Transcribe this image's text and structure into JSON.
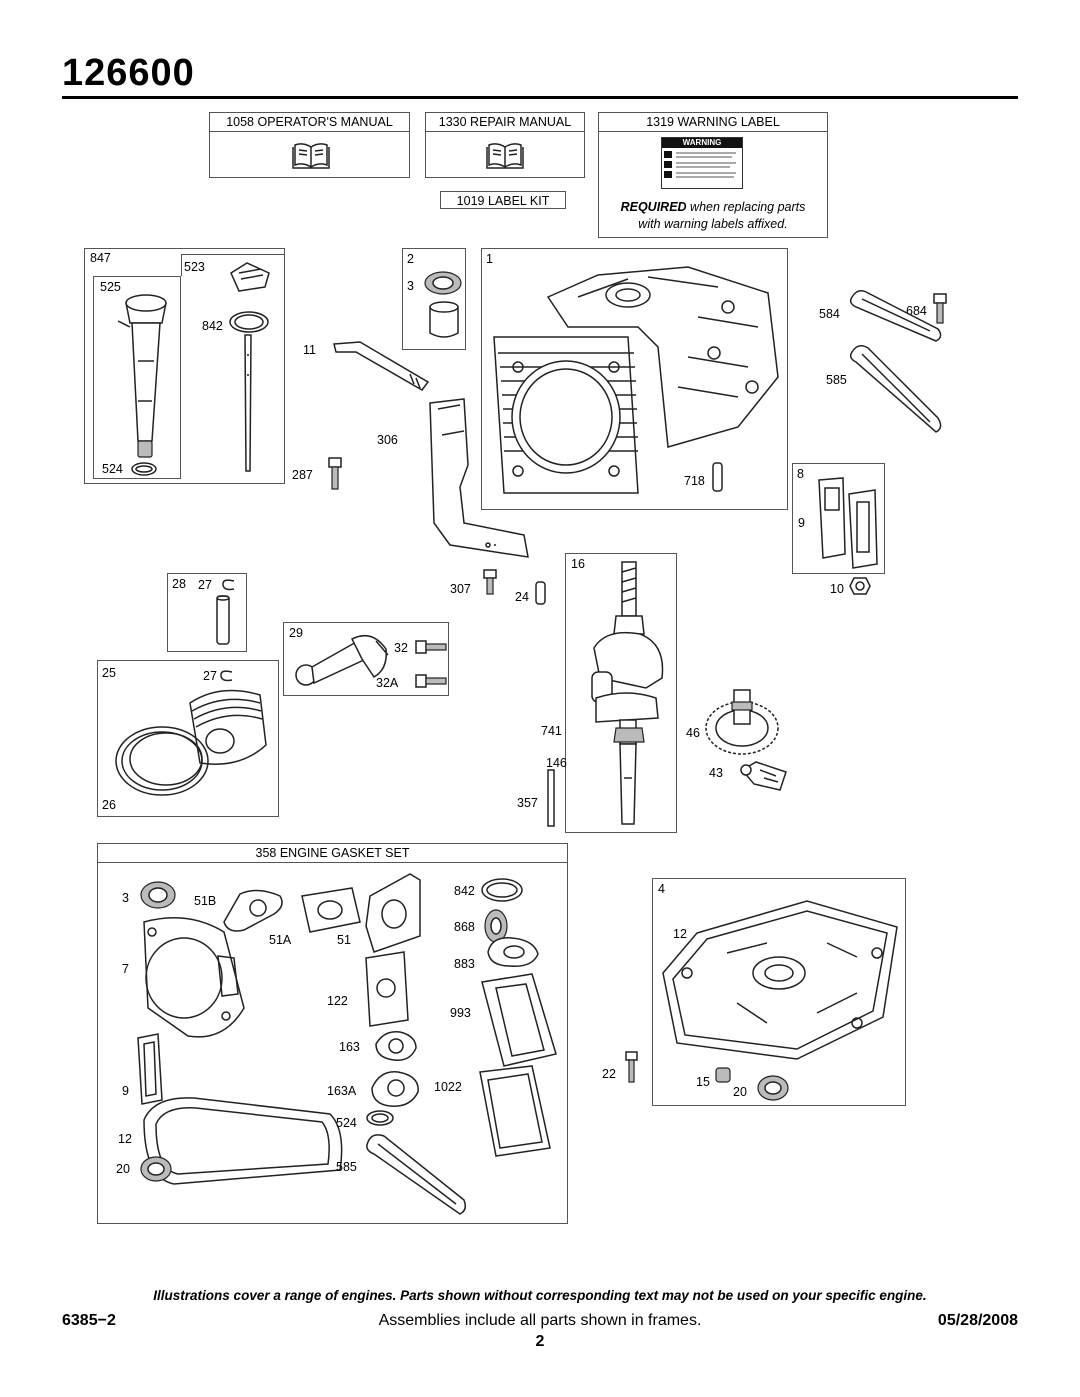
{
  "page": {
    "model_number": "126600",
    "footer_note": "Illustrations cover a range of engines. Parts shown without corresponding text may not be used on your specific engine.",
    "doc_code": "6385−2",
    "assemblies_note": "Assemblies include all parts shown in frames.",
    "date": "05/28/2008",
    "page_number": "2"
  },
  "manuals": {
    "operators": "1058 OPERATOR'S MANUAL",
    "repair": "1330 REPAIR MANUAL",
    "label_kit": "1019 LABEL KIT",
    "warning": "1319 WARNING LABEL",
    "warning_badge": "WARNING",
    "required_bold": "REQUIRED",
    "required_rest": " when replacing parts",
    "required_line2": "with warning labels affixed."
  },
  "frames": {
    "dipstick": [
      "847",
      "525",
      "523",
      "842",
      "524"
    ],
    "sleeve": [
      "2",
      "3"
    ],
    "cylinder": [
      "1",
      "718"
    ],
    "gaskets_right": [
      "584",
      "684",
      "585"
    ],
    "breather": [
      "8",
      "9",
      "10"
    ],
    "pin": [
      "28",
      "27"
    ],
    "piston": [
      "25",
      "27",
      "26"
    ],
    "rod": [
      "29",
      "32",
      "32A"
    ],
    "crank": [
      "16",
      "741",
      "146",
      "357"
    ],
    "sump": [
      "4",
      "12",
      "22",
      "15",
      "20"
    ]
  },
  "loose": {
    "tube": "11",
    "plate": "306",
    "bolt287": "287",
    "bolt307": "307",
    "pin24": "24",
    "gear46": "46",
    "gov43": "43"
  },
  "gasket_set": {
    "title": "358 ENGINE GASKET SET",
    "labels": [
      "3",
      "51B",
      "51A",
      "51",
      "842",
      "868",
      "883",
      "7",
      "122",
      "993",
      "163",
      "9",
      "163A",
      "1022",
      "524",
      "12",
      "20",
      "585"
    ]
  }
}
